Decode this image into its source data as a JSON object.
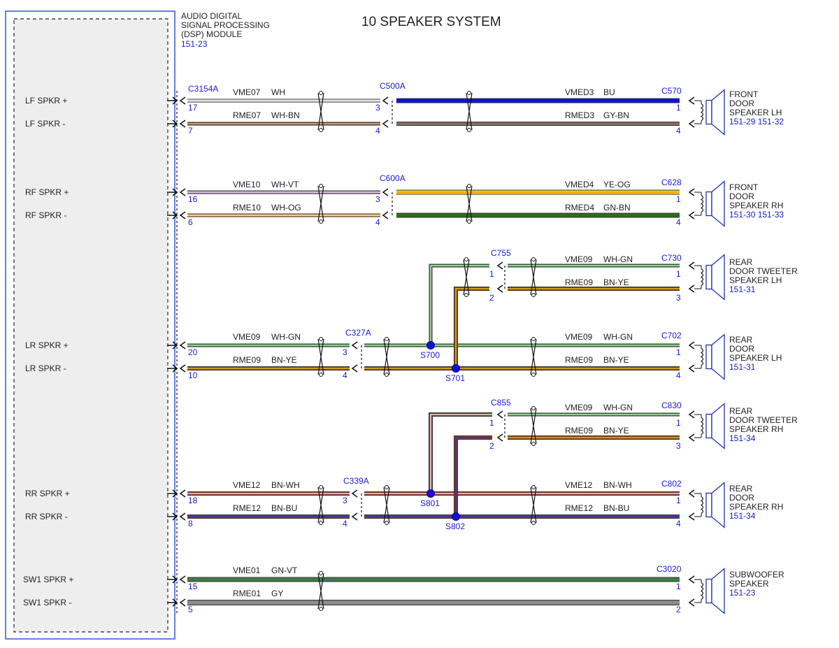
{
  "title": "10 SPEAKER SYSTEM",
  "module": {
    "name_lines": [
      "AUDIO DIGITAL",
      "SIGNAL PROCESSING",
      "(DSP) MODULE"
    ],
    "ref": "151-23",
    "connector": "C3154A"
  },
  "colors": {
    "WH": "#ffffff",
    "WH-BN": "#8b4513",
    "BU": "#1010e0",
    "GY-BN": "#7a7a7a",
    "WH-VT": "#b07cc6",
    "WH-OG": "#ff9a30",
    "YE-OG": "#f0e010",
    "GN-BN": "#2a6e1a",
    "WH-GN": "#3a9a3a",
    "BN-YE": "#8b4513",
    "BN-WH": "#8b3a2a",
    "BN-BU": "#7a3a3a",
    "GN-VT": "#2e8a2e",
    "GY": "#8a8a8a",
    "stripe": {
      "WH": "#cccccc",
      "WH-BN": "#ffffff",
      "BU": "#1010e0",
      "GY-BN": "#a0522d",
      "WH-VT": "#ffffff",
      "WH-OG": "#ffffff",
      "YE-OG": "#ff9a00",
      "GN-BN": "#2a6e1a",
      "WH-GN": "#ffffff",
      "BN-YE": "#f0d010",
      "BN-WH": "#ffffff",
      "BN-BU": "#3030c0",
      "GN-VT": "#8a3ac0",
      "GY": "#8a8a8a"
    }
  },
  "pins": [
    {
      "label": "LF SPKR +",
      "pin": "17",
      "circuit": "VME07",
      "color": "WH"
    },
    {
      "label": "LF SPKR -",
      "pin": "7",
      "circuit": "RME07",
      "color": "WH-BN"
    },
    {
      "label": "RF SPKR +",
      "pin": "16",
      "circuit": "VME10",
      "color": "WH-VT"
    },
    {
      "label": "RF SPKR -",
      "pin": "6",
      "circuit": "RME10",
      "color": "WH-OG"
    },
    {
      "label": "LR SPKR +",
      "pin": "20",
      "circuit": "VME09",
      "color": "WH-GN"
    },
    {
      "label": "LR SPKR -",
      "pin": "10",
      "circuit": "RME09",
      "color": "BN-YE"
    },
    {
      "label": "RR SPKR +",
      "pin": "18",
      "circuit": "VME12",
      "color": "BN-WH"
    },
    {
      "label": "RR SPKR -",
      "pin": "8",
      "circuit": "RME12",
      "color": "BN-BU"
    },
    {
      "label": "SW1 SPKR +",
      "pin": "15",
      "circuit": "VME01",
      "color": "GN-VT"
    },
    {
      "label": "SW1 SPKR -",
      "pin": "5",
      "circuit": "RME01",
      "color": "GY"
    }
  ],
  "inline_connectors": [
    {
      "name": "C500A",
      "pins": [
        "3",
        "4"
      ]
    },
    {
      "name": "C600A",
      "pins": [
        "3",
        "4"
      ]
    },
    {
      "name": "C327A",
      "pins": [
        "3",
        "4"
      ]
    },
    {
      "name": "C339A",
      "pins": [
        "3",
        "4"
      ]
    },
    {
      "name": "C755",
      "pins": [
        "1",
        "2"
      ]
    },
    {
      "name": "C855",
      "pins": [
        "1",
        "2"
      ]
    }
  ],
  "splices": [
    "S700",
    "S701",
    "S801",
    "S802"
  ],
  "right_wires": [
    {
      "circuit": "VMED3",
      "color": "BU"
    },
    {
      "circuit": "RMED3",
      "color": "GY-BN"
    },
    {
      "circuit": "VMED4",
      "color": "YE-OG"
    },
    {
      "circuit": "RMED4",
      "color": "GN-BN"
    },
    {
      "circuit": "VME09",
      "color": "WH-GN"
    },
    {
      "circuit": "RME09",
      "color": "BN-YE"
    },
    {
      "circuit": "VME09",
      "color": "WH-GN"
    },
    {
      "circuit": "RME09",
      "color": "BN-YE"
    },
    {
      "circuit": "VME09",
      "color": "WH-GN"
    },
    {
      "circuit": "RME09",
      "color": "BN-YE"
    },
    {
      "circuit": "VME12",
      "color": "BN-WH"
    },
    {
      "circuit": "RME12",
      "color": "BN-BU"
    }
  ],
  "speakers": [
    {
      "connector": "C570",
      "pins": [
        "1",
        "4"
      ],
      "name_lines": [
        "FRONT",
        "DOOR",
        "SPEAKER LH"
      ],
      "ref": "151-29  151-32"
    },
    {
      "connector": "C628",
      "pins": [
        "1",
        "4"
      ],
      "name_lines": [
        "FRONT",
        "DOOR",
        "SPEAKER RH"
      ],
      "ref": "151-30  151-33"
    },
    {
      "connector": "C730",
      "pins": [
        "1",
        "3"
      ],
      "name_lines": [
        "REAR",
        "DOOR TWEETER",
        "SPEAKER LH"
      ],
      "ref": "151-31"
    },
    {
      "connector": "C702",
      "pins": [
        "1",
        "4"
      ],
      "name_lines": [
        "REAR",
        "DOOR",
        "SPEAKER LH"
      ],
      "ref": "151-31"
    },
    {
      "connector": "C830",
      "pins": [
        "1",
        "3"
      ],
      "name_lines": [
        "REAR",
        "DOOR TWEETER",
        "SPEAKER RH"
      ],
      "ref": "151-34"
    },
    {
      "connector": "C802",
      "pins": [
        "1",
        "4"
      ],
      "name_lines": [
        "REAR",
        "DOOR",
        "SPEAKER RH"
      ],
      "ref": "151-34"
    },
    {
      "connector": "C3020",
      "pins": [
        "1",
        "2"
      ],
      "name_lines": [
        "SUBWOOFER",
        "SPEAKER"
      ],
      "ref": "151-23"
    }
  ]
}
